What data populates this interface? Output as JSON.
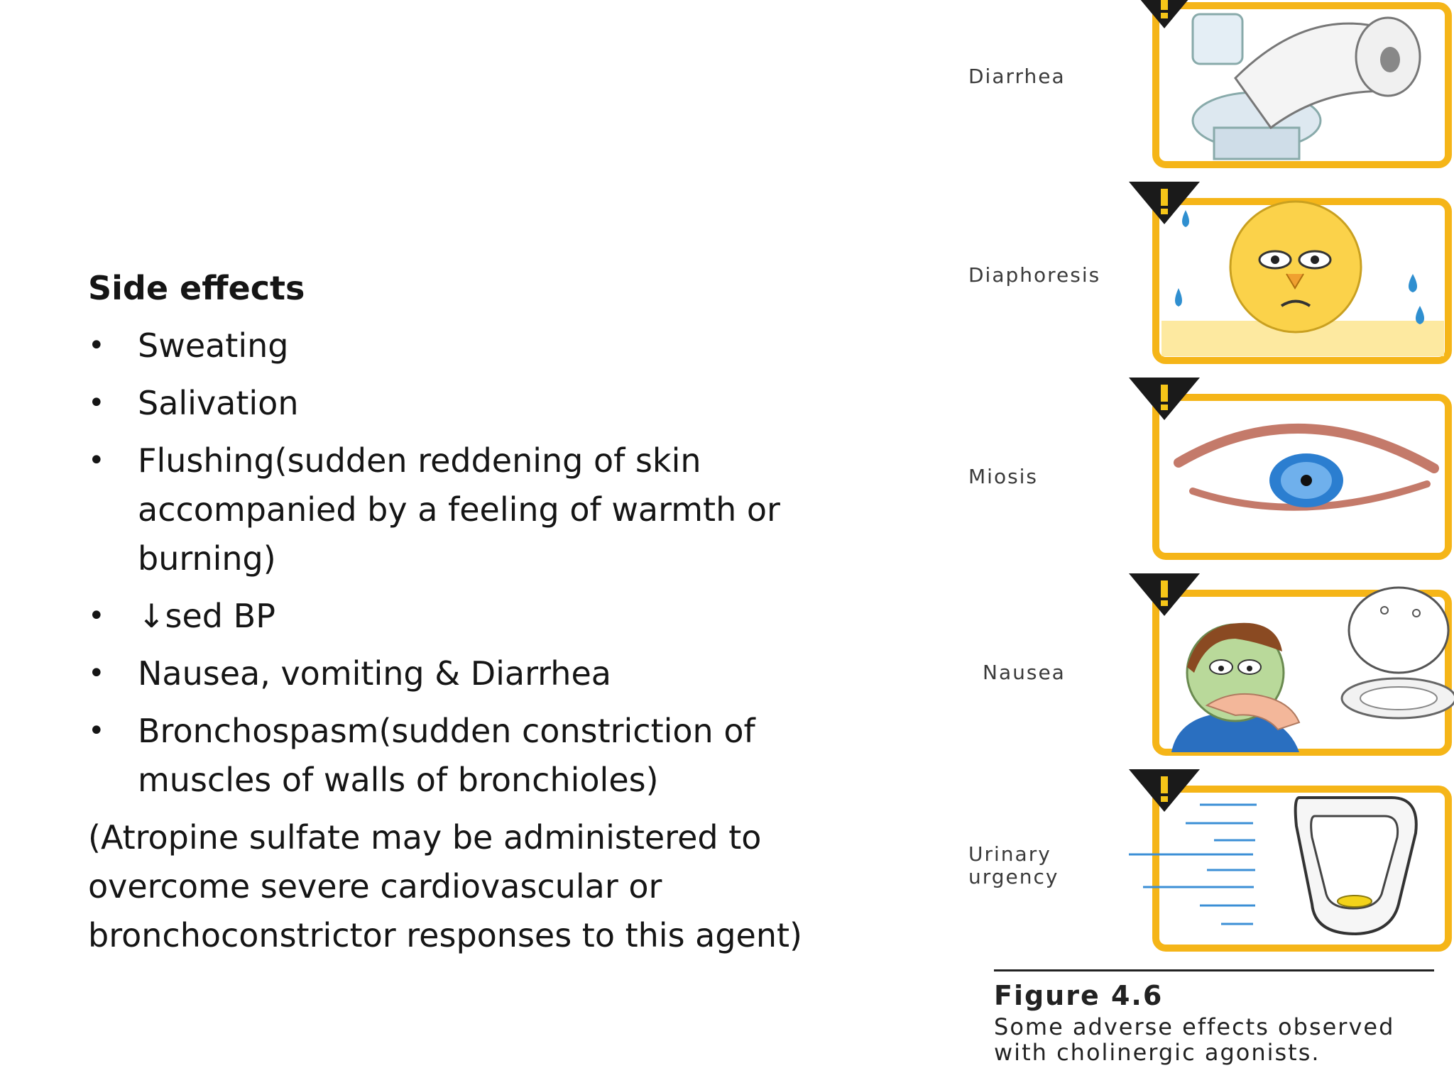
{
  "slide": {
    "heading": "Side effects",
    "bullets": [
      "Sweating",
      "Salivation",
      "Flushing(sudden reddening of skin accompanied by a feeling of warmth or burning)",
      "↓sed BP",
      "Nausea, vomiting & Diarrhea",
      "Bronchospasm(sudden constriction of muscles of walls of bronchioles)"
    ],
    "note": "(Atropine sulfate may be administered to overcome severe cardiovascular or bronchoconstrictor responses to this agent)"
  },
  "figure": {
    "effects": [
      {
        "label": "Diarrhea",
        "icon": "toilet-paper-icon"
      },
      {
        "label": "Diaphoresis",
        "icon": "sweating-face-icon"
      },
      {
        "label": "Miosis",
        "icon": "eye-icon"
      },
      {
        "label": "Nausea",
        "icon": "nauseous-boy-icon"
      },
      {
        "label": "Urinary urgency",
        "icon": "urinal-icon"
      }
    ],
    "caption_title": "Figure 4.6",
    "caption_text": "Some adverse effects observed with cholinergic agonists.",
    "colors": {
      "frame": "#f5b518",
      "warning": "#1a1a1a",
      "warning_mark": "#f5c518"
    }
  }
}
